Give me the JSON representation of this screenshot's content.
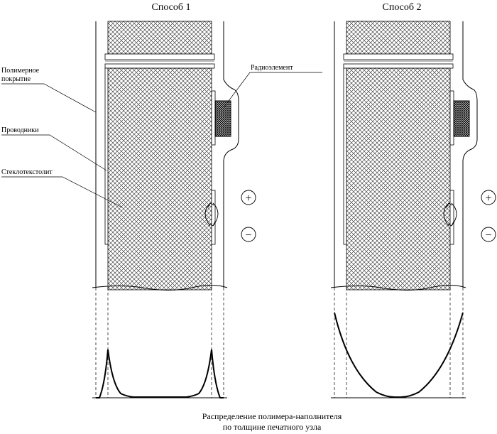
{
  "diagram": {
    "method1_title": "Способ 1",
    "method2_title": "Способ 2",
    "labels": {
      "polymer_coating_line1": "Полимерное",
      "polymer_coating_line2": "покрытие",
      "conductors": "Проводники",
      "fiberglass": "Стеклотекстолит",
      "radio_element": "Радиоэлемент"
    },
    "polarity": {
      "plus": "+",
      "minus": "−"
    },
    "caption_line1": "Распределение полимера-наполнителя",
    "caption_line2": "по толщине печатного узла"
  }
}
